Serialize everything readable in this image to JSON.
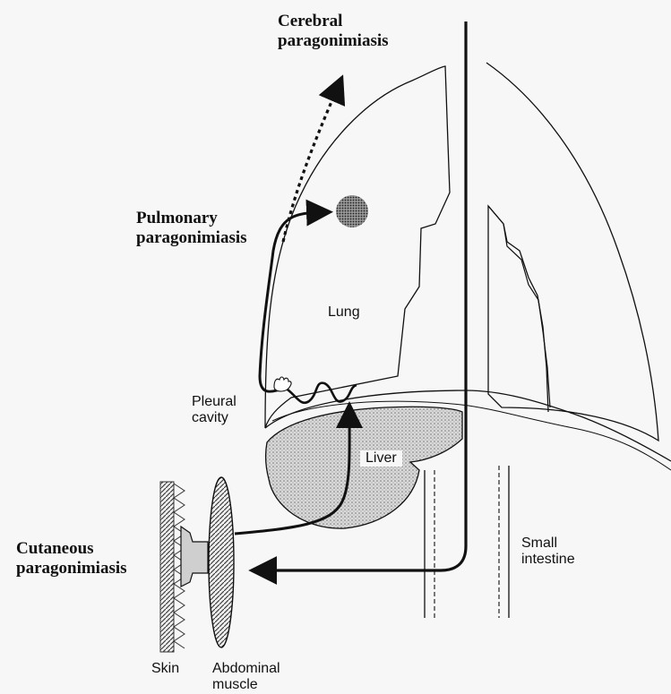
{
  "labels": {
    "cerebral": [
      "Cerebral",
      "paragonimiasis"
    ],
    "pulmonary": [
      "Pulmonary",
      "paragonimiasis"
    ],
    "cutaneous": [
      "Cutaneous",
      "paragonimiasis"
    ],
    "lung": "Lung",
    "pleural_cavity": [
      "Pleural",
      "cavity"
    ],
    "liver": "Liver",
    "small_intestine": [
      "Small",
      "intestine"
    ],
    "skin": "Skin",
    "abdominal_muscle": [
      "Abdominal",
      "muscle"
    ]
  },
  "colors": {
    "ink": "#111111",
    "background": "#f7f7f7",
    "liver_fill": "#c9c9c9"
  }
}
